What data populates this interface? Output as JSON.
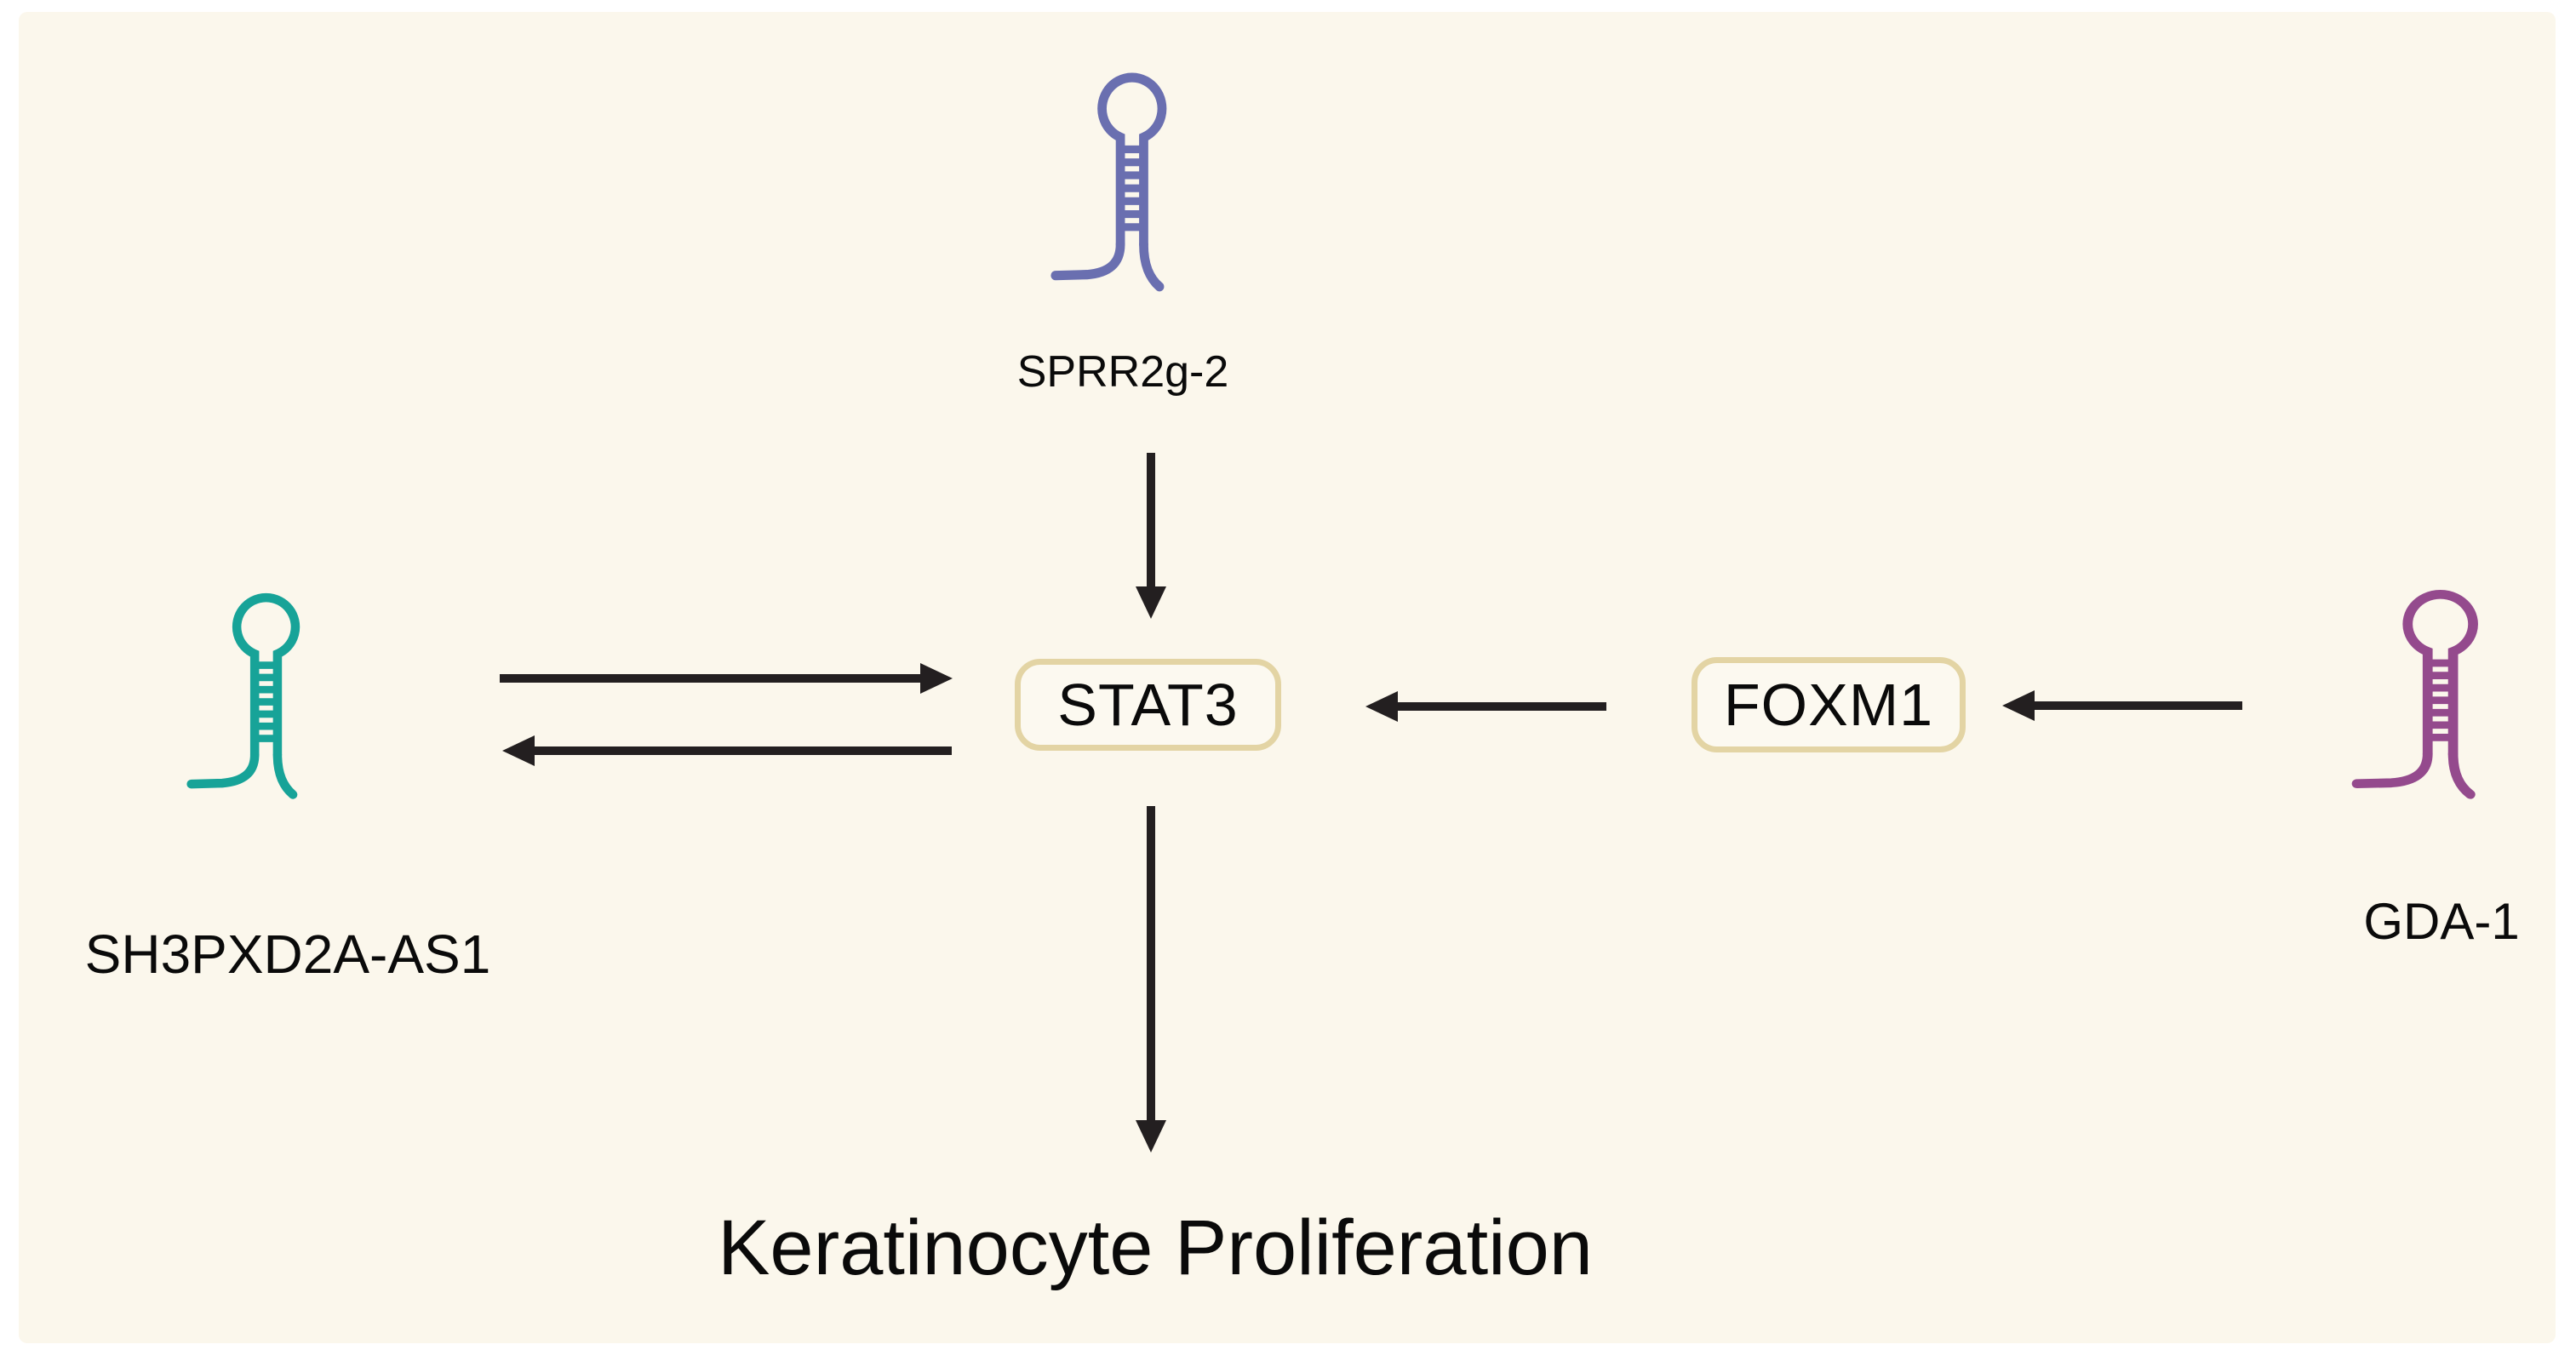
{
  "diagram_type": "signaling-pathway",
  "nodes": {
    "sprr2g2": {
      "label": "SPRR2g-2",
      "kind": "rna-hairpin",
      "color": "#6A6FB0"
    },
    "sh3pxd2a_as1": {
      "label": "SH3PXD2A-AS1",
      "kind": "rna-hairpin",
      "color": "#17A398"
    },
    "gda1": {
      "label": "GDA-1",
      "kind": "rna-hairpin",
      "color": "#944A8D"
    },
    "stat3": {
      "label": "STAT3",
      "kind": "gene-box"
    },
    "foxm1": {
      "label": "FOXM1",
      "kind": "gene-box"
    },
    "outcome": {
      "label": "Keratinocyte Proliferation",
      "kind": "text"
    }
  },
  "edges": [
    {
      "from": "SPRR2g-2",
      "to": "STAT3",
      "arrow": "down"
    },
    {
      "from": "SH3PXD2A-AS1",
      "to": "STAT3",
      "arrow": "right"
    },
    {
      "from": "STAT3",
      "to": "SH3PXD2A-AS1",
      "arrow": "left"
    },
    {
      "from": "FOXM1",
      "to": "STAT3",
      "arrow": "left"
    },
    {
      "from": "GDA-1",
      "to": "FOXM1",
      "arrow": "left"
    },
    {
      "from": "STAT3",
      "to": "Keratinocyte Proliferation",
      "arrow": "down"
    }
  ],
  "colors": {
    "page": "#FFFFFF",
    "canvas": "#FBF7EC",
    "hairpin_blue": "#6A6FB0",
    "hairpin_teal": "#17A398",
    "hairpin_plum": "#944A8D",
    "box_fill": "#FCF9F0",
    "box_border": "#E3D4A4",
    "arrow": "#231F20",
    "text": "#000000"
  }
}
